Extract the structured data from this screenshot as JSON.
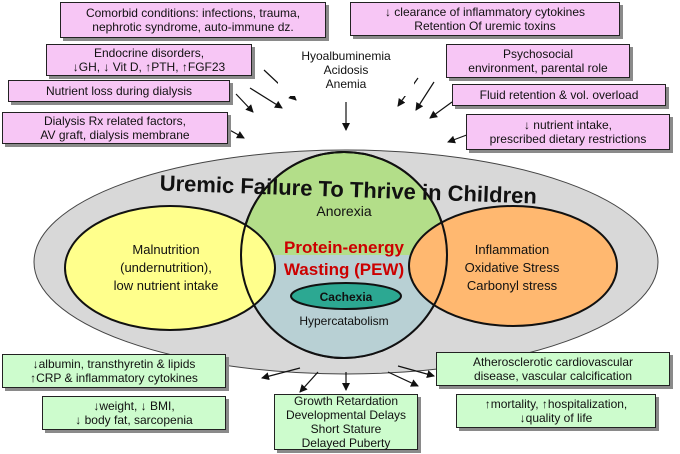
{
  "top_boxes": {
    "comorbid": [
      "Comorbid conditions: infections, trauma,",
      "nephrotic syndrome, auto-immune dz."
    ],
    "endocrine": [
      "Endocrine disorders,",
      "↓GH, ↓ Vit D, ↑PTH, ↑FGF23"
    ],
    "nutrient_loss": [
      "Nutrient loss during dialysis"
    ],
    "dialysis_rx": [
      "Dialysis Rx related factors,",
      "AV graft, dialysis membrane"
    ],
    "hypoalbuminemia": [
      "Hyoalbuminemia",
      "Acidosis",
      "Anemia"
    ],
    "clearance": [
      "↓ clearance of inflammatory cytokines",
      "Retention Of uremic toxins"
    ],
    "psychosocial": [
      "Psychosocial",
      "environment, parental role"
    ],
    "fluid": [
      "Fluid retention & vol. overload"
    ],
    "nutrient_intake": [
      "↓ nutrient intake,",
      "prescribed dietary restrictions"
    ]
  },
  "center": {
    "title": "Uremic Failure To Thrive in Children",
    "anorexia": "Anorexia",
    "malnutrition": [
      "Malnutrition",
      "(undernutrition),",
      "low nutrient intake"
    ],
    "inflammation": [
      "Inflammation",
      "Oxidative Stress",
      "Carbonyl stress"
    ],
    "pew": [
      "Protein-energy",
      "Wasting (PEW)"
    ],
    "cachexia": "Cachexia",
    "hypercatabolism": "Hypercatabolism"
  },
  "bottom_boxes": {
    "albumin": [
      "↓albumin, transthyretin & lipids",
      "↑CRP & inflammatory cytokines"
    ],
    "weight": [
      "↓weight, ↓ BMI,",
      "↓ body fat, sarcopenia"
    ],
    "growth": [
      "Growth Retardation",
      "Developmental Delays",
      "Short Stature",
      "Delayed Puberty"
    ],
    "atherosclerotic": [
      "Atherosclerotic cardiovascular",
      "disease, vascular calcification"
    ],
    "mortality": [
      "↑mortality, ↑hospitalization,",
      "↓quality of life"
    ]
  },
  "colors": {
    "pink": "#f7c6f5",
    "green": "#cdfccd",
    "outer_ellipse": "#d8d8d8",
    "anorexia_circle": "#b3de89",
    "malnutrition_ellipse": "#ffff8c",
    "inflammation_ellipse": "#ffb870",
    "hypercatabolism_circle": "#b9cbee",
    "cachexia_ellipse": "#2ca892",
    "pew_text": "#cc0000"
  }
}
